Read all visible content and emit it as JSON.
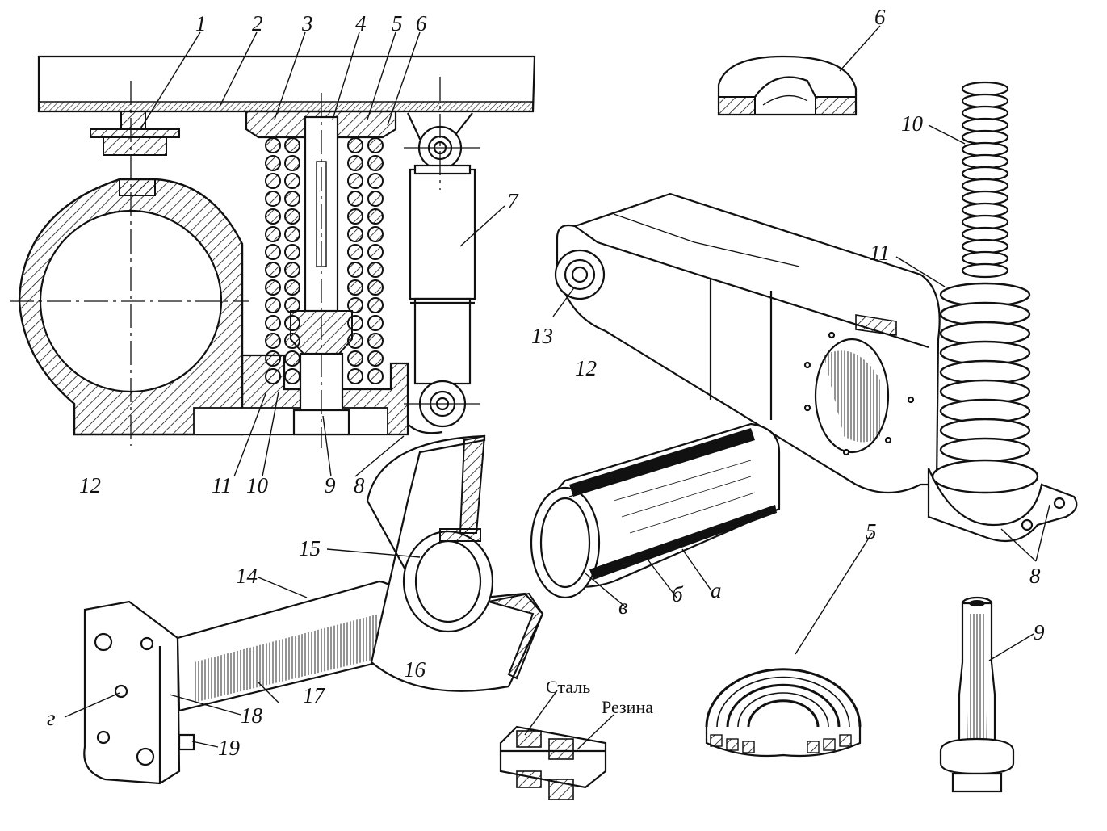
{
  "figure": {
    "part_numbers": [
      "1",
      "2",
      "3",
      "4",
      "5",
      "6",
      "7",
      "8",
      "9",
      "10",
      "11",
      "12",
      "13",
      "14",
      "15",
      "16",
      "17",
      "18",
      "19"
    ],
    "section_labels": {
      "a": "а",
      "b": "б",
      "v": "в",
      "g": "г"
    },
    "material_labels": {
      "steel": "Сталь",
      "rubber": "Резина"
    }
  }
}
